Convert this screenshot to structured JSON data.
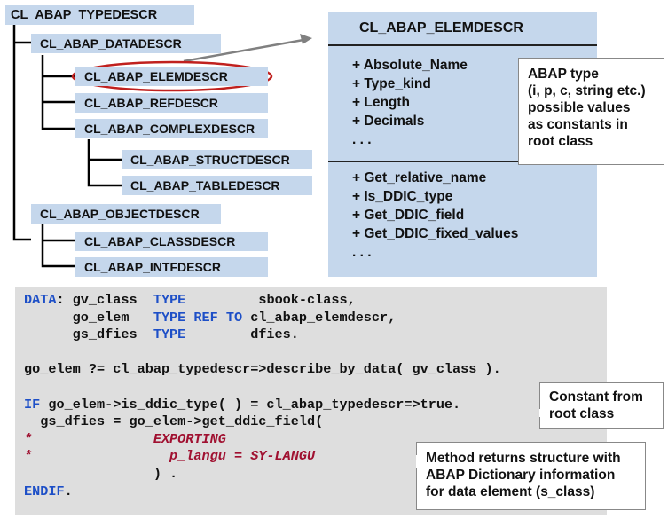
{
  "hierarchy": {
    "root": "CL_ABAP_TYPEDESCR",
    "nodes": [
      {
        "label": "CL_ABAP_DATADESCR",
        "level": 1
      },
      {
        "label": "CL_ABAP_ELEMDESCR",
        "level": 2,
        "highlighted": true
      },
      {
        "label": "CL_ABAP_REFDESCR",
        "level": 2
      },
      {
        "label": "CL_ABAP_COMPLEXDESCR",
        "level": 2
      },
      {
        "label": "CL_ABAP_STRUCTDESCR",
        "level": 3
      },
      {
        "label": "CL_ABAP_TABLEDESCR",
        "level": 3
      },
      {
        "label": "CL_ABAP_OBJECTDESCR",
        "level": 1
      },
      {
        "label": "CL_ABAP_CLASSDESCR",
        "level": 2
      },
      {
        "label": "CL_ABAP_INTFDESCR",
        "level": 2
      }
    ],
    "highlight_color": "#c0201e"
  },
  "class_box": {
    "title": "CL_ABAP_ELEMDESCR",
    "attributes": [
      "+ Absolute_Name",
      "+ Type_kind",
      "+ Length",
      "+ Decimals",
      ". . ."
    ],
    "methods": [
      "+ Get_relative_name",
      "+ Is_DDIC_type",
      "+ Get_DDIC_field",
      "+ Get_DDIC_fixed_values",
      ". . ."
    ]
  },
  "callouts": {
    "type_kind": [
      "ABAP type",
      "(i, p, c, string etc.)",
      "possible values",
      "as constants in",
      "root class"
    ],
    "constant": [
      "Constant from",
      "root class"
    ],
    "method_returns": [
      "Method returns structure with",
      "ABAP Dictionary information",
      "for data element (s_class)"
    ]
  },
  "code": {
    "lines": [
      [
        {
          "t": "DATA",
          "k": "kw"
        },
        {
          "t": ": gv_class  "
        },
        {
          "t": "TYPE",
          "k": "kw"
        },
        {
          "t": "         sbook-class,"
        }
      ],
      [
        {
          "t": "      go_elem   "
        },
        {
          "t": "TYPE REF TO",
          "k": "kw"
        },
        {
          "t": " cl_abap_elemdescr,"
        }
      ],
      [
        {
          "t": "      gs_dfies  "
        },
        {
          "t": "TYPE",
          "k": "kw"
        },
        {
          "t": "        dfies."
        }
      ],
      [
        {
          "t": ""
        }
      ],
      [
        {
          "t": "go_elem ?= cl_abap_typedescr=>describe_by_data( gv_class )."
        }
      ],
      [
        {
          "t": ""
        }
      ],
      [
        {
          "t": "IF",
          "k": "kw"
        },
        {
          "t": " go_elem->is_ddic_type( ) = cl_abap_typedescr=>true."
        }
      ],
      [
        {
          "t": "  gs_dfies = go_elem->get_ddic_field("
        }
      ],
      [
        {
          "t": "*               EXPORTING",
          "k": "cm"
        }
      ],
      [
        {
          "t": "*                 p_langu = SY-LANGU",
          "k": "cm"
        }
      ],
      [
        {
          "t": "                ) ."
        }
      ],
      [
        {
          "t": "ENDIF",
          "k": "kw"
        },
        {
          "t": "."
        }
      ]
    ]
  },
  "colors": {
    "node_fill": "#c5d7ec",
    "code_bg": "#dedede",
    "keyword": "#1d4fc7",
    "comment": "#a01030"
  }
}
